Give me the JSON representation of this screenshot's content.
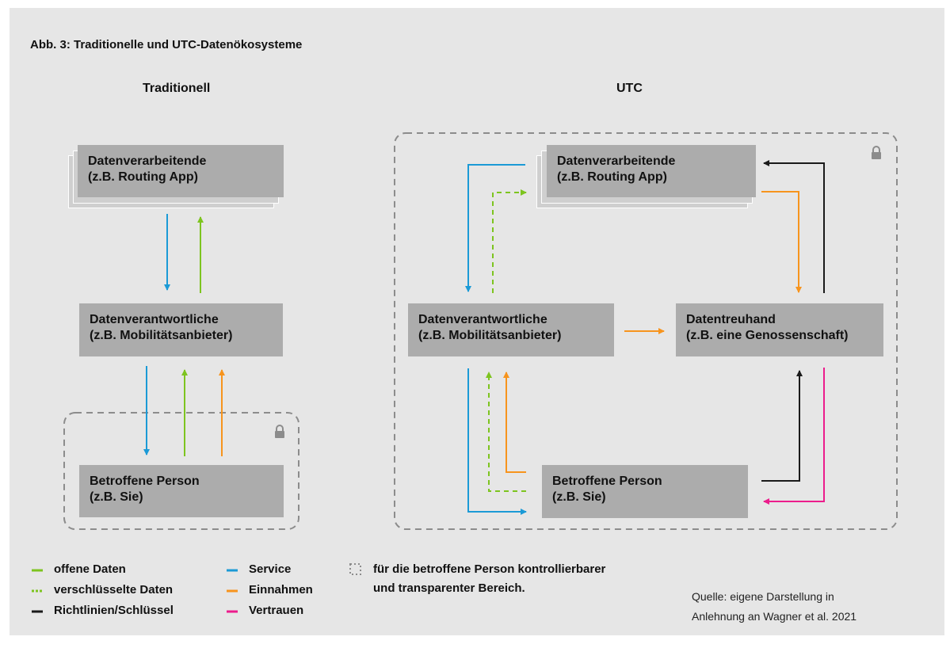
{
  "title": "Abb. 3: Traditionelle und UTC-Datenökosysteme",
  "columns": {
    "traditional": "Traditionell",
    "utc": "UTC"
  },
  "boxes": {
    "trad_processor": {
      "line1": "Datenverarbeitende",
      "line2": "(z.B. Routing App)"
    },
    "trad_controller": {
      "line1": "Datenverantwortliche",
      "line2": "(z.B. Mobilitätsanbieter)"
    },
    "trad_subject": {
      "line1": "Betroffene Person",
      "line2": "(z.B. Sie)"
    },
    "utc_processor": {
      "line1": "Datenverarbeitende",
      "line2": "(z.B. Routing App)"
    },
    "utc_controller": {
      "line1": "Datenverantwortliche",
      "line2": "(z.B. Mobilitätsanbieter)"
    },
    "utc_trust": {
      "line1": "Datentreuhand",
      "line2": "(z.B. eine Genossenschaft)"
    },
    "utc_subject": {
      "line1": "Betroffene Person",
      "line2": "(z.B. Sie)"
    }
  },
  "legend": {
    "open_data": "offene Daten",
    "encrypted_data": "verschlüsselte Daten",
    "policies_keys": "Richtlinien/Schlüssel",
    "service": "Service",
    "revenue": "Einnahmen",
    "trust": "Vertrauen",
    "controlled_area_line1": "für die betroffene Person kontrollierbarer",
    "controlled_area_line2": "und transparenter Bereich."
  },
  "source": {
    "line1": "Quelle: eigene Darstellung in",
    "line2": "Anlehnung an Wagner et al. 2021"
  },
  "colors": {
    "open_data": "#7dc41f",
    "encrypted_data": "#7dc41f",
    "policies_keys": "#1a1a1a",
    "service": "#1b9ad6",
    "revenue": "#f7941d",
    "trust": "#ec1c8c",
    "boundary": "#8c8c8c"
  },
  "icons": {
    "lock": "lock-icon",
    "dotted_square": "dotted-square-icon"
  }
}
